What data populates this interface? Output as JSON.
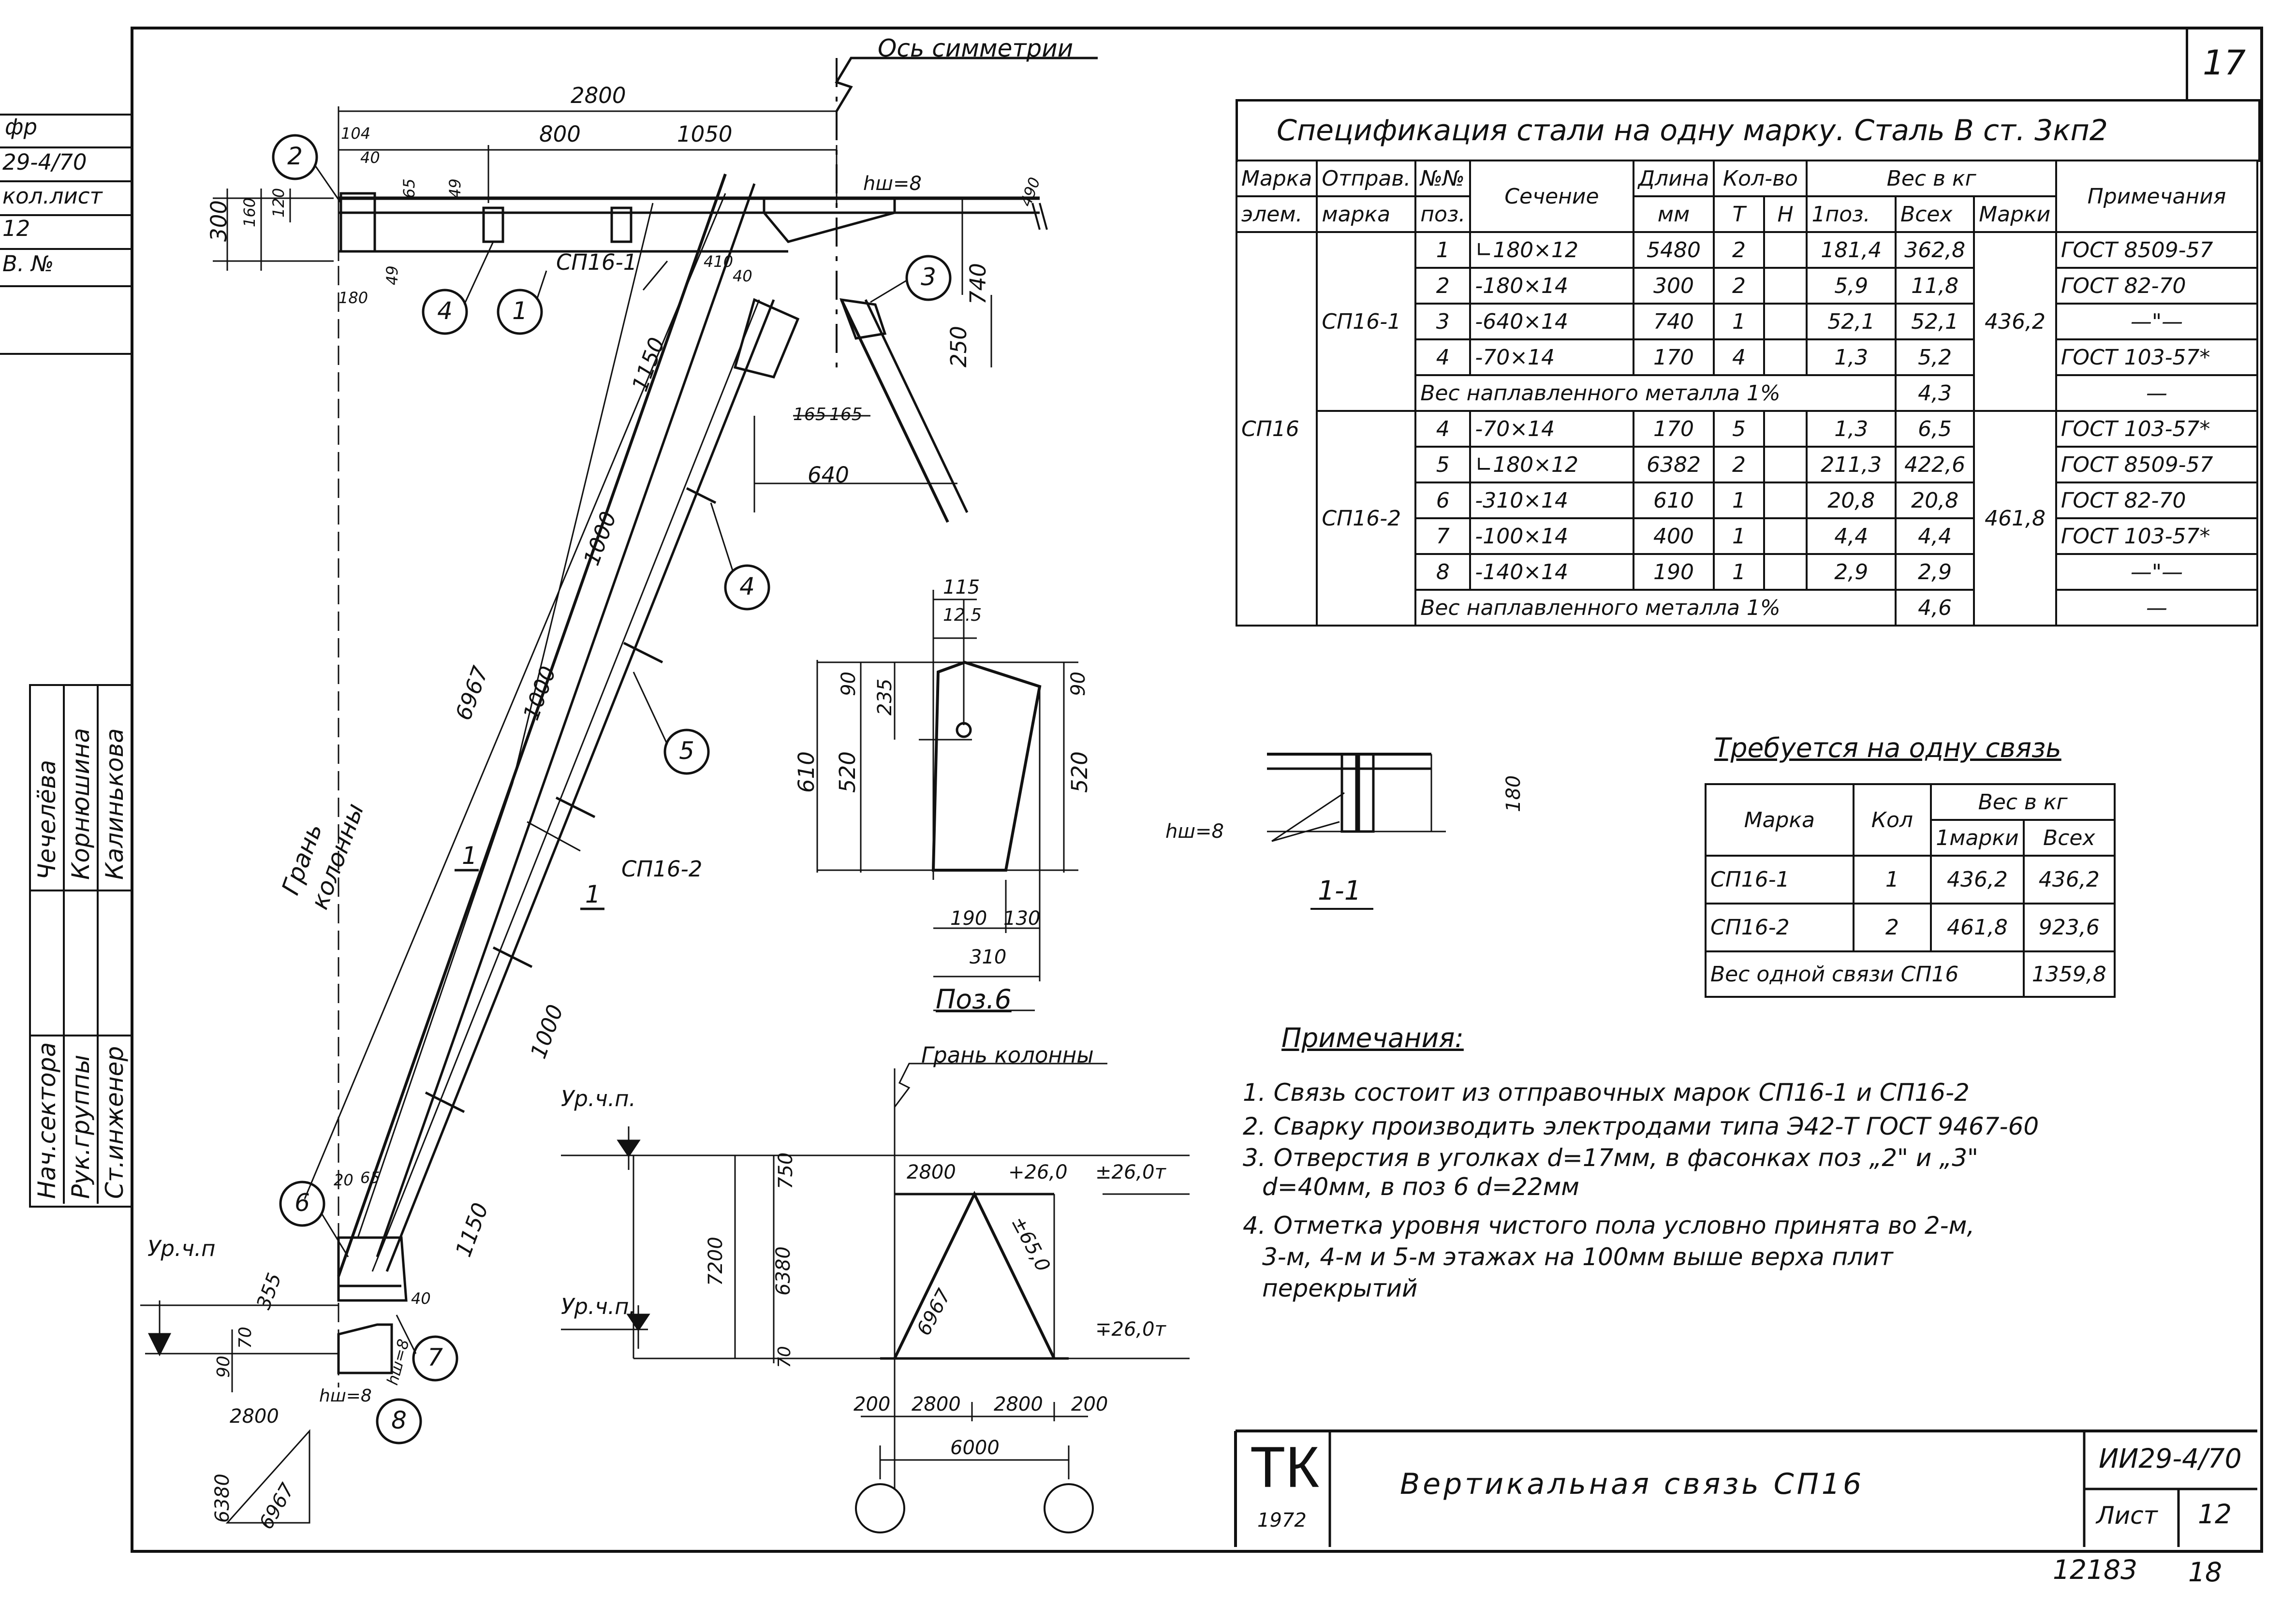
{
  "sheet": {
    "sheet_number": "17",
    "series_code": "ИИ29-4/70",
    "stamp": "ТК",
    "year": "1972",
    "title": "Вертикальная связь СП16",
    "sheet_label": "Лист",
    "sheet_no": "12",
    "bottom_handwritten": "12183",
    "bottom_number": "18"
  },
  "side_block": {
    "top_lines": [
      "фр",
      "29-4/70",
      "кол.лист",
      "12",
      "В. №"
    ],
    "signatures": [
      {
        "role": "Нач.сектора",
        "name": "Чечелёва"
      },
      {
        "role": "Рук.группы",
        "name": "Корнюшина"
      },
      {
        "role": "Ст.инженер",
        "name": "Калинькова"
      }
    ]
  },
  "drawing": {
    "axis_label": "Ось симметрии",
    "column_face": "Грань колонны",
    "column_face_vertical": [
      "Грань",
      "колонны"
    ],
    "marks": [
      "СП16-1",
      "СП16-2"
    ],
    "positions": [
      "1",
      "2",
      "3",
      "4",
      "4",
      "5",
      "6",
      "7",
      "8"
    ],
    "dims_top": [
      "2800",
      "800",
      "1050",
      "104",
      "40",
      "65",
      "49",
      "300",
      "160",
      "120",
      "49",
      "180",
      "410",
      "40",
      "740",
      "250",
      "165",
      "165",
      "640",
      "490",
      "hш=8"
    ],
    "dims_diagonal": [
      "1150",
      "1000",
      "1000",
      "1000",
      "1150",
      "6967"
    ],
    "dims_bottom_left": [
      "20",
      "65",
      "355",
      "90",
      "70",
      "40",
      "hш=8",
      "hш=8",
      "2800",
      "6380",
      "6967"
    ],
    "level_labels": [
      "Ур.ч.п.",
      "Ур.ч.п",
      "Ур.ч.п."
    ],
    "section_marks": [
      "1",
      "1"
    ],
    "pos6": {
      "title": "Поз.6",
      "dims": [
        "115",
        "12.5",
        "90",
        "235",
        "610",
        "520",
        "90",
        "520",
        "190",
        "130",
        "310"
      ]
    },
    "section11": {
      "title": "1-1",
      "dim": "180",
      "weld": "hш=8"
    },
    "scheme": {
      "top_dims": [
        "2800",
        "+26,0",
        "±26,0т"
      ],
      "left_dims": [
        "750",
        "6380",
        "70",
        "7200"
      ],
      "diag": [
        "6967",
        "±65,0"
      ],
      "bottom_dims": [
        "200",
        "2800",
        "2800",
        "200",
        "6000"
      ],
      "mark_right": "∓26,0т"
    }
  },
  "spec": {
    "title": "Спецификация стали на одну марку. Сталь В ст. 3кп2",
    "headers": {
      "mark": [
        "Марка",
        "элем."
      ],
      "ship": [
        "Отправ.",
        "марка"
      ],
      "pos": [
        "№№",
        "поз."
      ],
      "section": "Сечение",
      "length": [
        "Длина",
        "мм"
      ],
      "count": "Кол-во",
      "t": "Т",
      "n": "Н",
      "weight": "Вес в кг",
      "w1": "1поз.",
      "wall": "Всех",
      "wmark": "Марки",
      "note": "Примечания"
    },
    "element": "СП16",
    "groups": [
      {
        "ship": "СП16-1",
        "mark_weight": "436,2",
        "rows": [
          {
            "pos": "1",
            "section": "∟180×12",
            "length": "5480",
            "t": "2",
            "w1": "181,4",
            "wall": "362,8",
            "note": "ГОСТ 8509-57"
          },
          {
            "pos": "2",
            "section": "-180×14",
            "length": "300",
            "t": "2",
            "w1": "5,9",
            "wall": "11,8",
            "note": "ГОСТ 82-70"
          },
          {
            "pos": "3",
            "section": "-640×14",
            "length": "740",
            "t": "1",
            "w1": "52,1",
            "wall": "52,1",
            "note": "—\"—"
          },
          {
            "pos": "4",
            "section": "-70×14",
            "length": "170",
            "t": "4",
            "w1": "1,3",
            "wall": "5,2",
            "note": "ГОСТ 103-57*"
          }
        ],
        "weld": {
          "label": "Вес наплавленного металла 1%",
          "value": "4,3",
          "note": "—"
        }
      },
      {
        "ship": "СП16-2",
        "mark_weight": "461,8",
        "rows": [
          {
            "pos": "4",
            "section": "-70×14",
            "length": "170",
            "t": "5",
            "w1": "1,3",
            "wall": "6,5",
            "note": "ГОСТ 103-57*"
          },
          {
            "pos": "5",
            "section": "∟180×12",
            "length": "6382",
            "t": "2",
            "w1": "211,3",
            "wall": "422,6",
            "note": "ГОСТ 8509-57"
          },
          {
            "pos": "6",
            "section": "-310×14",
            "length": "610",
            "t": "1",
            "w1": "20,8",
            "wall": "20,8",
            "note": "ГОСТ 82-70"
          },
          {
            "pos": "7",
            "section": "-100×14",
            "length": "400",
            "t": "1",
            "w1": "4,4",
            "wall": "4,4",
            "note": "ГОСТ 103-57*"
          },
          {
            "pos": "8",
            "section": "-140×14",
            "length": "190",
            "t": "1",
            "w1": "2,9",
            "wall": "2,9",
            "note": "—\"—"
          }
        ],
        "weld": {
          "label": "Вес наплавленного металла 1%",
          "value": "4,6",
          "note": "—"
        }
      }
    ]
  },
  "required": {
    "title": "Требуется на одну связь",
    "headers": {
      "mark": "Марка",
      "count": "Кол",
      "weight": "Вес в кг",
      "one": "1марки",
      "all": "Всех"
    },
    "rows": [
      {
        "mark": "СП16-1",
        "count": "1",
        "one": "436,2",
        "all": "436,2"
      },
      {
        "mark": "СП16-2",
        "count": "2",
        "one": "461,8",
        "all": "923,6"
      }
    ],
    "total_label": "Вес одной связи СП16",
    "total_value": "1359,8"
  },
  "notes": {
    "title": "Примечания:",
    "items": [
      "1. Связь состоит из отправочных марок СП16-1 и СП16-2",
      "2. Сварку производить электродами типа Э42-Т ГОСТ 9467-60",
      "3. Отверстия в уголках d=17мм, в фасонках поз „2\" и „3\"",
      "d=40мм, в поз 6 d=22мм",
      "4. Отметка уровня чистого пола условно принята во 2-м,",
      "3-м, 4-м и 5-м этажах на 100мм выше верха плит",
      "перекрытий"
    ]
  }
}
